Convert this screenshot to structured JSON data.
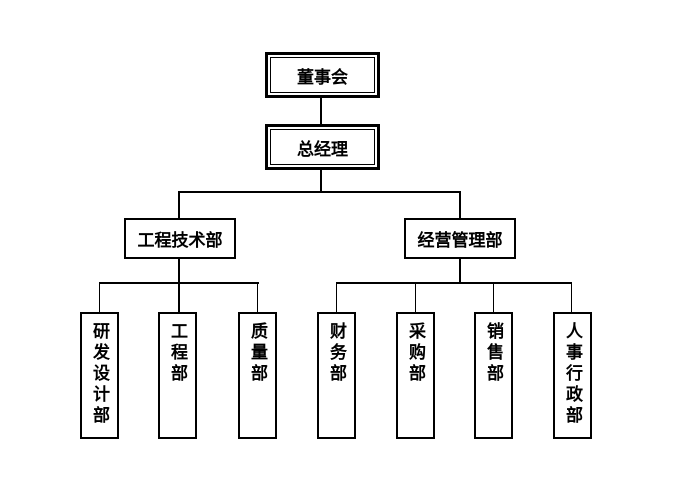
{
  "diagram": {
    "type": "org-chart",
    "board": "董事会",
    "general_manager": "总经理",
    "departments": [
      {
        "name": "工程技术部",
        "children": [
          "研发设计部",
          "工程部",
          "质量部"
        ]
      },
      {
        "name": "经营管理部",
        "children": [
          "财务部",
          "采购部",
          "销售部",
          "人事行政部"
        ]
      }
    ],
    "colors": {
      "line": "#000000",
      "background": "#ffffff"
    }
  }
}
